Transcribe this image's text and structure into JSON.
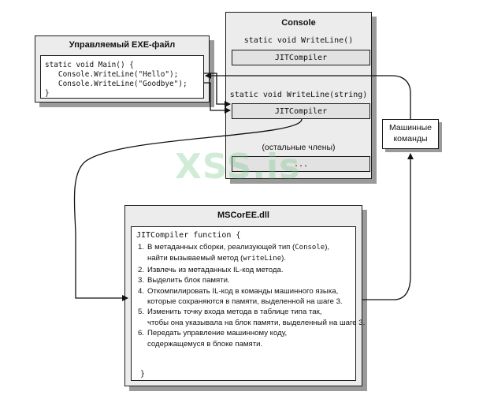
{
  "managed_exe": {
    "title": "Управляемый EXE-файл",
    "code_lines": [
      "static void Main() {",
      "   Console.WriteLine(\"Hello\");",
      "   Console.WriteLine(\"Goodbye\");",
      "}"
    ]
  },
  "console": {
    "title": "Console",
    "methods": [
      {
        "signature": "static void WriteLine()",
        "slot": "JITCompiler"
      },
      {
        "signature": "static void WriteLine(string)",
        "slot": "JITCompiler"
      }
    ],
    "other_members_label": "(остальные члены)",
    "other_members_slot": "..."
  },
  "machine_code": {
    "label_line1": "Машинные",
    "label_line2": "команды"
  },
  "mscoree": {
    "title": "MSCorEE.dll",
    "function_header": "JITCompiler function {",
    "steps": [
      {
        "num": "1.",
        "parts": [
          [
            "В метаданных сборки, реализующей тип (",
            "Console",
            "),"
          ],
          [
            "найти вызываемый метод (",
            "writeLine",
            ")."
          ]
        ]
      },
      {
        "num": "2.",
        "parts": [
          [
            "Извлечь из метаданных IL-код метода."
          ]
        ]
      },
      {
        "num": "3.",
        "parts": [
          [
            "Выделить блок памяти."
          ]
        ]
      },
      {
        "num": "4.",
        "parts": [
          [
            "Откомпилировать IL-код в команды машинного языка,"
          ],
          [
            "которые сохраняются в памяти, выделенной на шаге 3."
          ]
        ]
      },
      {
        "num": "5.",
        "parts": [
          [
            "Изменить точку входа метода в таблице типа так,"
          ],
          [
            "чтобы она указывала на блок памяти, выделенный на шаге 3."
          ]
        ]
      },
      {
        "num": "6.",
        "parts": [
          [
            "Передать управление машинному коду,"
          ],
          [
            "содержащемуся в блоке памяти."
          ]
        ]
      }
    ],
    "function_close": "}"
  },
  "watermark": "XSS.is",
  "colors": {
    "box_fill": "#ececec",
    "slot_fill": "#e2e2e2",
    "shadow": "#9a9a9a",
    "line": "#111111"
  }
}
